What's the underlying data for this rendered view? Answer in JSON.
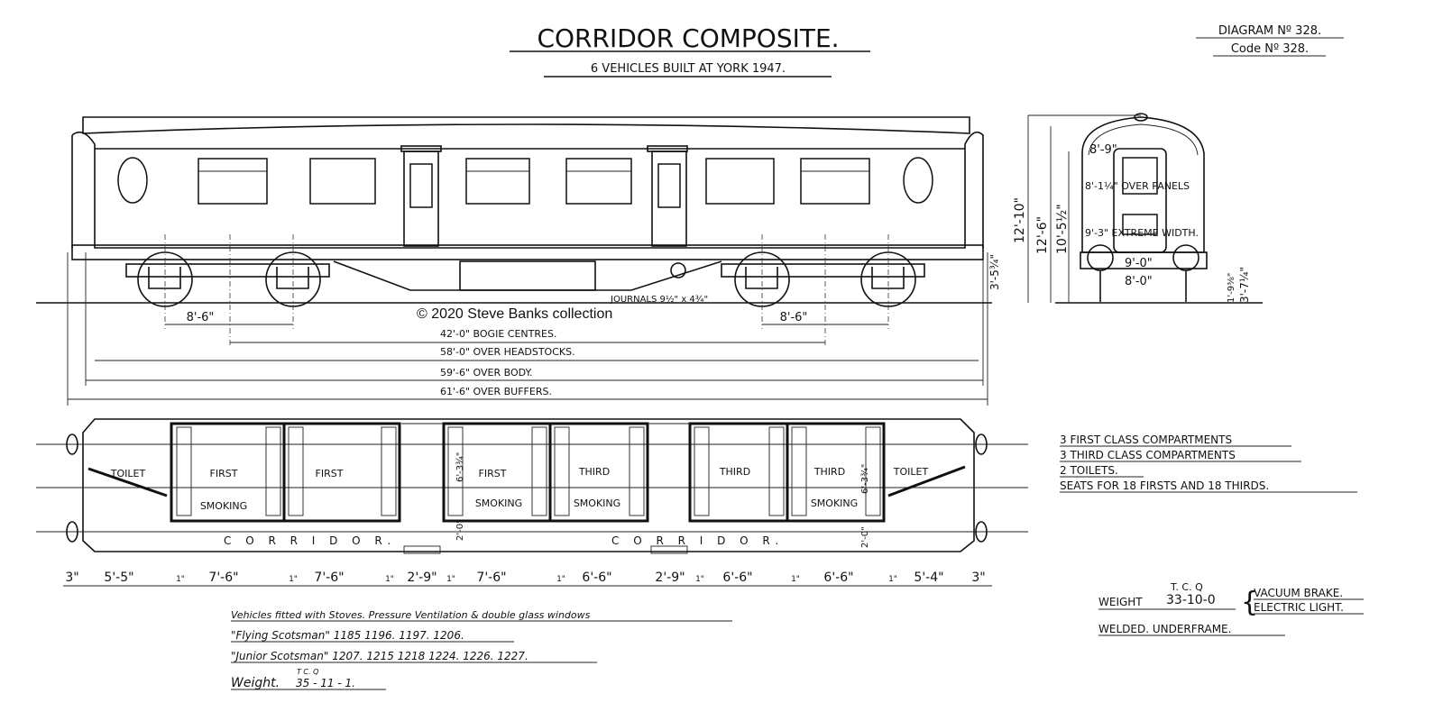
{
  "title": "CORRIDOR COMPOSITE.",
  "subtitle": "6 VEHICLES   BUILT  AT  YORK  1947.",
  "diagram_no": "DIAGRAM  Nº 328.",
  "code_no": "Code  Nº  328.",
  "watermark": "© 2020 Steve Banks collection",
  "elevation": {
    "journals": "JOURNALS  9½\" x 4¾\"",
    "bogie_wheelbase_left": "8'-6\"",
    "bogie_wheelbase_right": "8'-6\"",
    "bogie_centres": "42'-0\" BOGIE  CENTRES.",
    "over_headstocks": "58'-0\" OVER  HEADSTOCKS.",
    "over_body": "59'-6\" OVER  BODY.",
    "over_buffers": "61'-6\" OVER  BUFFERS.",
    "height_rail_to_floor": "3'-5¾\""
  },
  "end_view": {
    "height_overall": "12'-10\"",
    "height_roof": "12'-6\"",
    "height_body": "10'-5½\"",
    "roof_width": "8'-9\"",
    "over_panels": "8'-1¼\" OVER PANELS",
    "extreme_width": "9'-3\" EXTREME WIDTH.",
    "buffer_centres": "9'-0\"",
    "bogie_width": "8'-0\"",
    "step_height": "1'-9⅜\"",
    "floor_height": "3'-7¼\""
  },
  "plan": {
    "labels": [
      "TOILET",
      "FIRST",
      "SMOKING",
      "FIRST",
      "FIRST",
      "SMOKING",
      "THIRD",
      "SMOKING",
      "THIRD",
      "THIRD",
      "SMOKING",
      "TOILET"
    ],
    "corridor_left": "C  O  R  R  I  D  O  R.",
    "corridor_right": "C  O  R  R  I  D  O  R.",
    "comp_height_1": "6'-3¾\"",
    "corridor_width_1": "2'-0\"",
    "comp_height_2": "6'-3¾\"",
    "corridor_width_2": "2'-0\"",
    "dims": [
      "3\"",
      "5'-5\"",
      "1\"",
      "7'-6\"",
      "1\"",
      "7'-6\"",
      "1\"",
      "2'-9\"",
      "1\"",
      "7'-6\"",
      "1\"",
      "6'-6\"",
      "2'-9\"",
      "1\"",
      "6'-6\"",
      "1\"",
      "6'-6\"",
      "1\"",
      "5'-4\"",
      "3\""
    ]
  },
  "summary": [
    "3  FIRST  CLASS COMPARTMENTS",
    "3 THIRD  CLASS   COMPARTMENTS",
    "2  TOILETS.",
    "SEATS  FOR    18 FIRSTS AND 18 THIRDS."
  ],
  "weight_block": {
    "units": "T.   C.   Q",
    "label": "WEIGHT",
    "value": "33-10-0",
    "brake": "VACUUM BRAKE.",
    "light": "ELECTRIC LIGHT.",
    "underframe": "WELDED.  UNDERFRAME."
  },
  "notes": {
    "fitted": "Vehicles fitted with  Stoves.  Pressure Ventilation  &  double glass windows",
    "flying": "\"Flying  Scotsman\"  1185  1196.  1197.  1206.",
    "junior": "\"Junior Scotsman\"  1207.  1215  1218  1224.  1226.  1227.",
    "weight_label": "Weight.",
    "weight_units": "T     C.     Q",
    "weight_value": "35  -  11  -  1."
  }
}
